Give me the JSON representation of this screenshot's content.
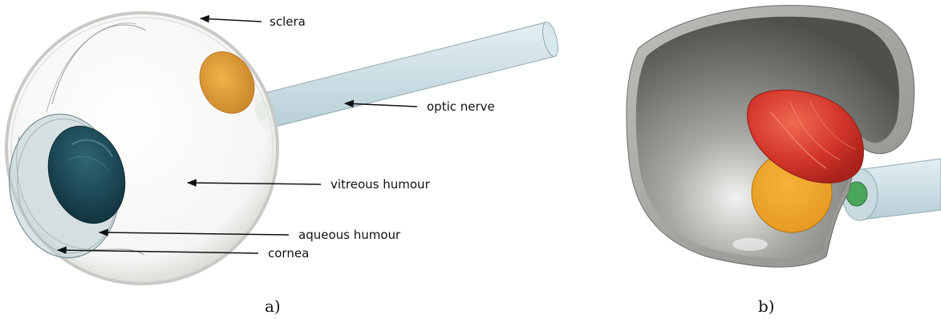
{
  "panel_a": {
    "caption": "a)",
    "labels": {
      "sclera": "sclera",
      "optic_nerve": "optic nerve",
      "vitreous_humour": "vitreous humour",
      "aqueous_humour": "aqueous humour",
      "cornea": "cornea"
    }
  },
  "panel_b": {
    "caption": "b)"
  },
  "colors": {
    "sclera_shell": "#c9c9c5",
    "optic_nerve": "#cfe0e6",
    "optic_disc": "#e7a23a",
    "lens": "#1f4d5a",
    "nerve_core": "#4aa65a",
    "retina_red": "#d8372a",
    "cup_grey": "#8a8a86"
  }
}
